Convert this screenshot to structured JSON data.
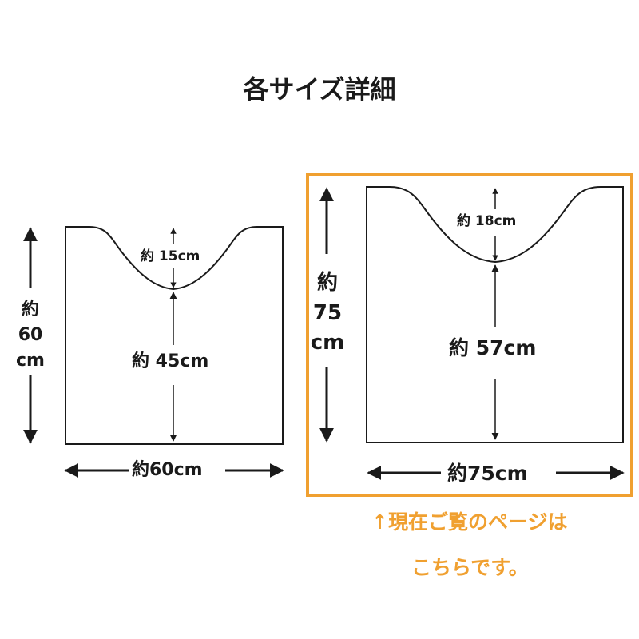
{
  "title": "各サイズ詳細",
  "accent_color": "#f0a030",
  "small_mat": {
    "height_label": [
      "約",
      "60",
      "cm"
    ],
    "width_label": "約60cm",
    "cutout_depth_label": "約 15cm",
    "cutout_to_edge_label": "約 45cm"
  },
  "large_mat": {
    "height_label": [
      "約",
      "75",
      "cm"
    ],
    "width_label": "約75cm",
    "cutout_depth_label": "約 18cm",
    "cutout_to_edge_label": "約 57cm"
  },
  "note": {
    "line1": "↑現在ご覧のページは",
    "line2": "こちらです。"
  }
}
